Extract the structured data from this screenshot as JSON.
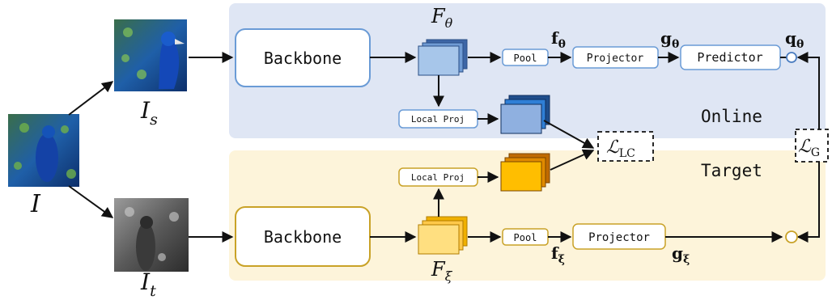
{
  "colors": {
    "online_bg": "#dfe6f4",
    "target_bg": "#fdf4da",
    "online_border": "#5b8ecb",
    "target_border": "#c9a227",
    "blue_fill_light": "#a7c6ea",
    "blue_fill_dark": "#3d66a6",
    "orange_fill_light": "#ffd966",
    "orange_fill_dark": "#f0a500",
    "local_feat_blue": "#1f4e8c",
    "local_feat_orange": "#e08a00",
    "arrow": "#111111"
  },
  "icons": {
    "input_image": "peacock-color-image",
    "student_view": "peacock-color-crop",
    "teacher_view": "peacock-grayscale-crop"
  },
  "labels": {
    "I": "I",
    "I_s": "I",
    "I_s_sub": "s",
    "I_t": "I",
    "I_t_sub": "t",
    "F_theta": "F",
    "F_theta_sub": "θ",
    "F_xi": "F",
    "F_xi_sub": "ξ",
    "f_theta": "f",
    "f_theta_sub": "θ",
    "g_theta": "g",
    "g_theta_sub": "θ",
    "q_theta": "q",
    "q_theta_sub": "θ",
    "f_xi": "f",
    "f_xi_sub": "ξ",
    "g_xi": "g",
    "g_xi_sub": "ξ",
    "loss_lc": "ℒ",
    "loss_lc_sub": "LC",
    "loss_g": "ℒ",
    "loss_g_sub": "G"
  },
  "online": {
    "section_label": "Online",
    "backbone": "Backbone",
    "pool": "Pool",
    "projector": "Projector",
    "predictor": "Predictor",
    "local_proj": "Local Proj"
  },
  "target": {
    "section_label": "Target",
    "backbone": "Backbone",
    "pool": "Pool",
    "projector": "Projector",
    "local_proj": "Local Proj"
  }
}
